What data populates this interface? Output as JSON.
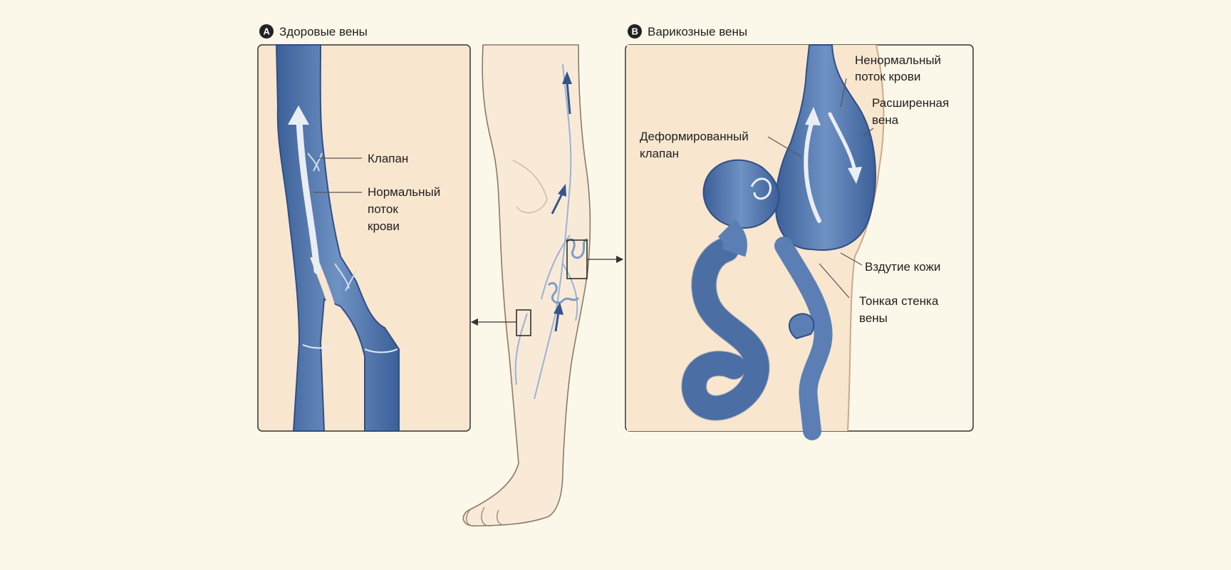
{
  "panel_a": {
    "badge": "A",
    "title": "Здоровые вены",
    "labels": {
      "valve": "Клапан",
      "normal_flow": [
        "Нормальный",
        "поток",
        "крови"
      ]
    }
  },
  "panel_b": {
    "badge": "B",
    "title": "Варикозные вены",
    "labels": {
      "abnormal_flow": [
        "Ненормальный",
        "поток крови"
      ],
      "dilated_vein": [
        "Расширенная",
        "вена"
      ],
      "deformed_valve": [
        "Деформированный",
        "клапан"
      ],
      "skin_bulge": "Вздутие кожи",
      "thin_wall": [
        "Тонкая стенка",
        "вены"
      ]
    }
  },
  "colors": {
    "background": "#fcf8e9",
    "skin": "#f8e4cc",
    "vein": "#5b7fb4",
    "vein_dark": "#2f4f86",
    "outline": "#333333"
  }
}
